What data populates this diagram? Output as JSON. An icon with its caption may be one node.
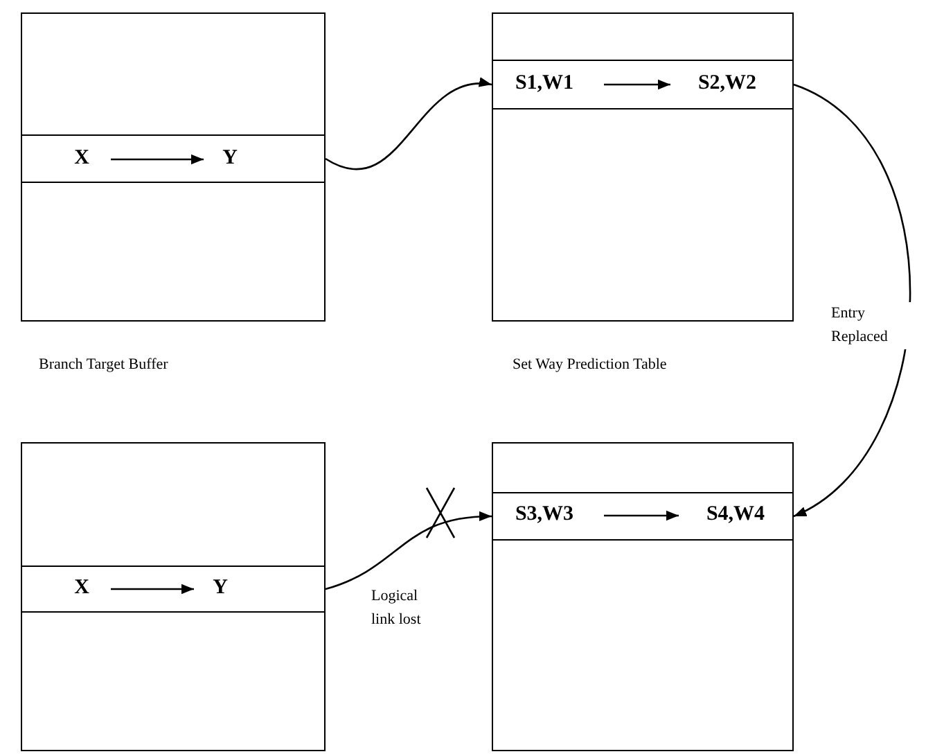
{
  "diagram": {
    "nodes": [
      {
        "text": [],
        "shape": "box",
        "beside": [
          "Branch Target Buffer"
        ]
      },
      {
        "text": [],
        "shape": "box",
        "in": 0
      },
      {
        "text": [
          "X"
        ],
        "in": 1
      },
      {
        "text": [
          "Y"
        ],
        "in": 1
      },
      {
        "text": [],
        "shape": "box",
        "beside": [
          "Set Way Prediction Table"
        ]
      },
      {
        "text": [],
        "shape": "box",
        "in": 4
      },
      {
        "text": [
          "S1,W1"
        ],
        "in": 5
      },
      {
        "text": [
          "S2,W2"
        ],
        "in": 5
      },
      {
        "text": [],
        "shape": "box"
      },
      {
        "text": [],
        "shape": "box",
        "in": 8
      },
      {
        "text": [
          "X"
        ],
        "in": 9
      },
      {
        "text": [
          "Y"
        ],
        "in": 9
      },
      {
        "text": [],
        "shape": "box"
      },
      {
        "text": [],
        "shape": "box",
        "in": 12
      },
      {
        "text": [
          "S3,W3"
        ],
        "in": 13
      },
      {
        "text": [
          "S4,W4"
        ],
        "in": 13
      }
    ],
    "edges": [
      {
        "from": 2,
        "to": 3,
        "arrow": "to"
      },
      {
        "from": 1,
        "to": 5,
        "arrow": "to"
      },
      {
        "from": 6,
        "to": 7,
        "arrow": "to"
      },
      {
        "from": 5,
        "to": 13,
        "arrow": "to",
        "label": "Entry Replaced"
      },
      {
        "from": 10,
        "to": 11,
        "arrow": "to"
      },
      {
        "from": 9,
        "to": 13,
        "arrow": "to",
        "label": "Logical link lost"
      },
      {
        "from": 14,
        "to": 15,
        "arrow": "to"
      }
    ]
  }
}
